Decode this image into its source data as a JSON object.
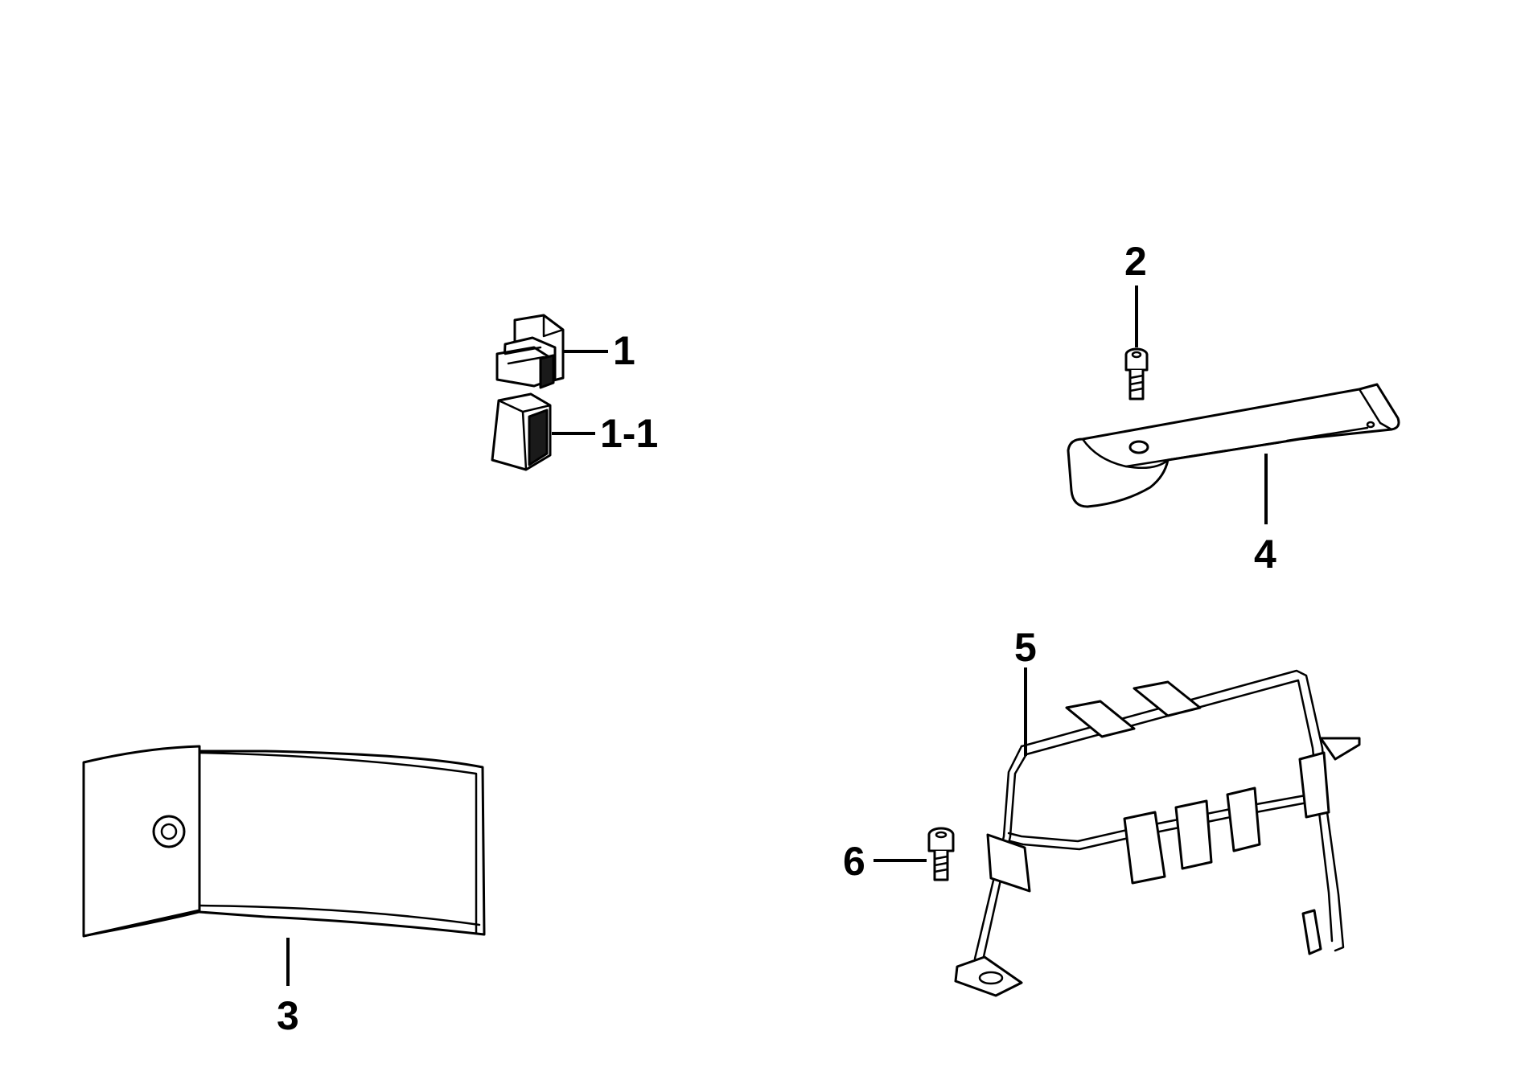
{
  "diagram": {
    "type": "exploded parts diagram",
    "callouts": {
      "part_1": "1",
      "part_1_1": "1-1",
      "part_2": "2",
      "part_3": "3",
      "part_4": "4",
      "part_5": "5",
      "part_6": "6"
    },
    "colors": {
      "line": "#000000",
      "background": "#ffffff"
    }
  }
}
